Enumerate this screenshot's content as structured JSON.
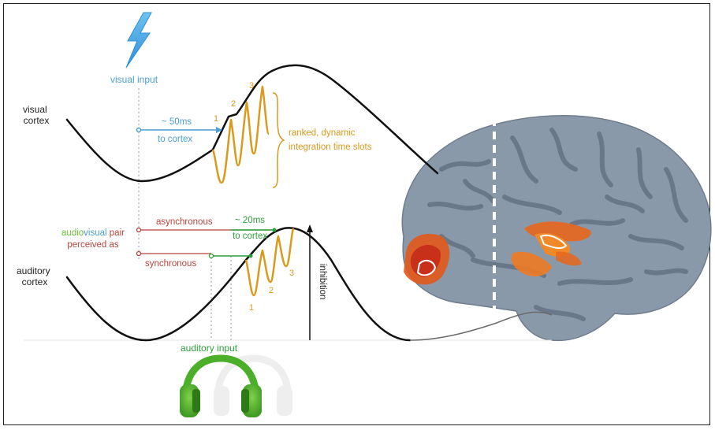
{
  "labels": {
    "visual_input": "visual input",
    "visual_cortex_1": "visual",
    "visual_cortex_2": "cortex",
    "auditory_cortex_1": "auditory",
    "auditory_cortex_2": "cortex",
    "visual_delay_1": "~ 50ms",
    "visual_delay_2": "to cortex",
    "auditory_delay_1": "~ 20ms",
    "auditory_delay_2": "to cortex",
    "time_slots_1": "ranked, dynamic",
    "time_slots_2": "integration time slots",
    "av_pair_audio": "audio",
    "av_pair_visual": "visual",
    "av_pair_rest": " pair",
    "perceived_as": "perceived as",
    "asynchronous": "asynchronous",
    "synchronous": "synchronous",
    "auditory_input": "auditory input",
    "inhibition": "inhibition",
    "rank_v1": "1",
    "rank_v2": "2",
    "rank_v3": "3",
    "rank_a1": "1",
    "rank_a2": "2",
    "rank_a3": "3"
  },
  "colors": {
    "visual_blue": "#4a9fd4",
    "auditory_green": "#2e9e3c",
    "audio_green_text": "#6abf3a",
    "red_text": "#b5443a",
    "orange": "#d99a1e",
    "brain_gray": "#8797a8",
    "activation": "#e85a10"
  },
  "icons": {
    "lightning": "lightning-bolt-icon",
    "headphones": "headphones-icon"
  }
}
